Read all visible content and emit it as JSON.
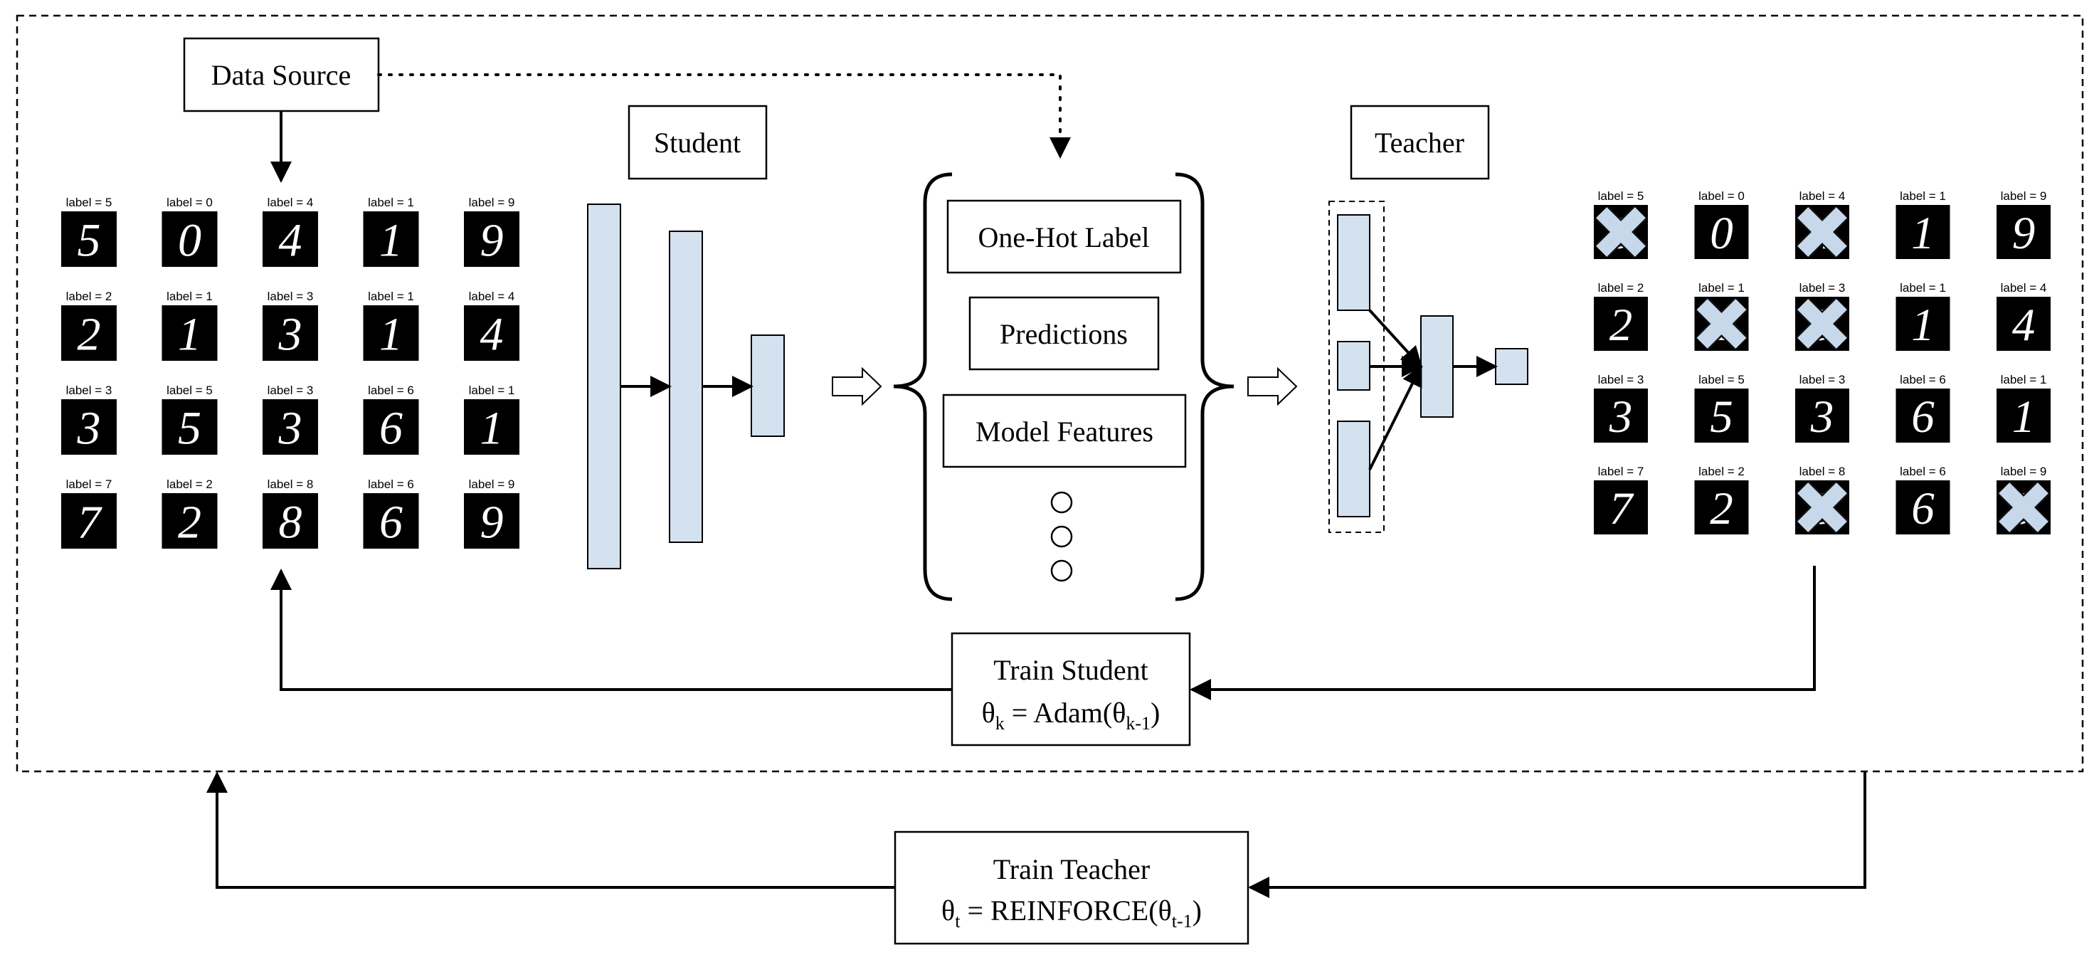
{
  "nodes": {
    "data_source": "Data Source",
    "student": "Student",
    "teacher": "Teacher",
    "features": [
      "One-Hot Label",
      "Predictions",
      "Model Features"
    ],
    "train_student": {
      "title": "Train Student",
      "theta": "θ",
      "sub_k": "k",
      "eq": " = Adam(θ",
      "sub_k1": "k-1",
      "close": ")"
    },
    "train_teacher": {
      "title": "Train Teacher",
      "theta": "θ",
      "sub_t": "t",
      "eq": " = REINFORCE(θ",
      "sub_t1": "t-1",
      "close": ")"
    }
  },
  "colors": {
    "layer_fill": "#d4e2ef",
    "cross_fill": "#c6d8ea",
    "digit_bg": "#000000",
    "digit_fg": "#ffffff",
    "stroke": "#000000"
  },
  "grid_left": [
    [
      {
        "label": "label = 5",
        "digit": "5"
      },
      {
        "label": "label = 0",
        "digit": "0"
      },
      {
        "label": "label = 4",
        "digit": "4"
      },
      {
        "label": "label = 1",
        "digit": "1"
      },
      {
        "label": "label = 9",
        "digit": "9"
      }
    ],
    [
      {
        "label": "label = 2",
        "digit": "2"
      },
      {
        "label": "label = 1",
        "digit": "1"
      },
      {
        "label": "label = 3",
        "digit": "3"
      },
      {
        "label": "label = 1",
        "digit": "1"
      },
      {
        "label": "label = 4",
        "digit": "4"
      }
    ],
    [
      {
        "label": "label = 3",
        "digit": "3"
      },
      {
        "label": "label = 5",
        "digit": "5"
      },
      {
        "label": "label = 3",
        "digit": "3"
      },
      {
        "label": "label = 6",
        "digit": "6"
      },
      {
        "label": "label = 1",
        "digit": "1"
      }
    ],
    [
      {
        "label": "label = 7",
        "digit": "7"
      },
      {
        "label": "label = 2",
        "digit": "2"
      },
      {
        "label": "label = 8",
        "digit": "8"
      },
      {
        "label": "label = 6",
        "digit": "6"
      },
      {
        "label": "label = 9",
        "digit": "9"
      }
    ]
  ],
  "grid_right": [
    [
      {
        "label": "label = 5",
        "digit": "5",
        "crossed": true
      },
      {
        "label": "label = 0",
        "digit": "0",
        "crossed": false
      },
      {
        "label": "label = 4",
        "digit": "4",
        "crossed": true
      },
      {
        "label": "label = 1",
        "digit": "1",
        "crossed": false
      },
      {
        "label": "label = 9",
        "digit": "9",
        "crossed": false
      }
    ],
    [
      {
        "label": "label = 2",
        "digit": "2",
        "crossed": false
      },
      {
        "label": "label = 1",
        "digit": "1",
        "crossed": true
      },
      {
        "label": "label = 3",
        "digit": "3",
        "crossed": true
      },
      {
        "label": "label = 1",
        "digit": "1",
        "crossed": false
      },
      {
        "label": "label = 4",
        "digit": "4",
        "crossed": false
      }
    ],
    [
      {
        "label": "label = 3",
        "digit": "3",
        "crossed": false
      },
      {
        "label": "label = 5",
        "digit": "5",
        "crossed": false
      },
      {
        "label": "label = 3",
        "digit": "3",
        "crossed": false
      },
      {
        "label": "label = 6",
        "digit": "6",
        "crossed": false
      },
      {
        "label": "label = 1",
        "digit": "1",
        "crossed": false
      }
    ],
    [
      {
        "label": "label = 7",
        "digit": "7",
        "crossed": false
      },
      {
        "label": "label = 2",
        "digit": "2",
        "crossed": false
      },
      {
        "label": "label = 8",
        "digit": "8",
        "crossed": true
      },
      {
        "label": "label = 6",
        "digit": "6",
        "crossed": false
      },
      {
        "label": "label = 9",
        "digit": "9",
        "crossed": true
      }
    ]
  ]
}
